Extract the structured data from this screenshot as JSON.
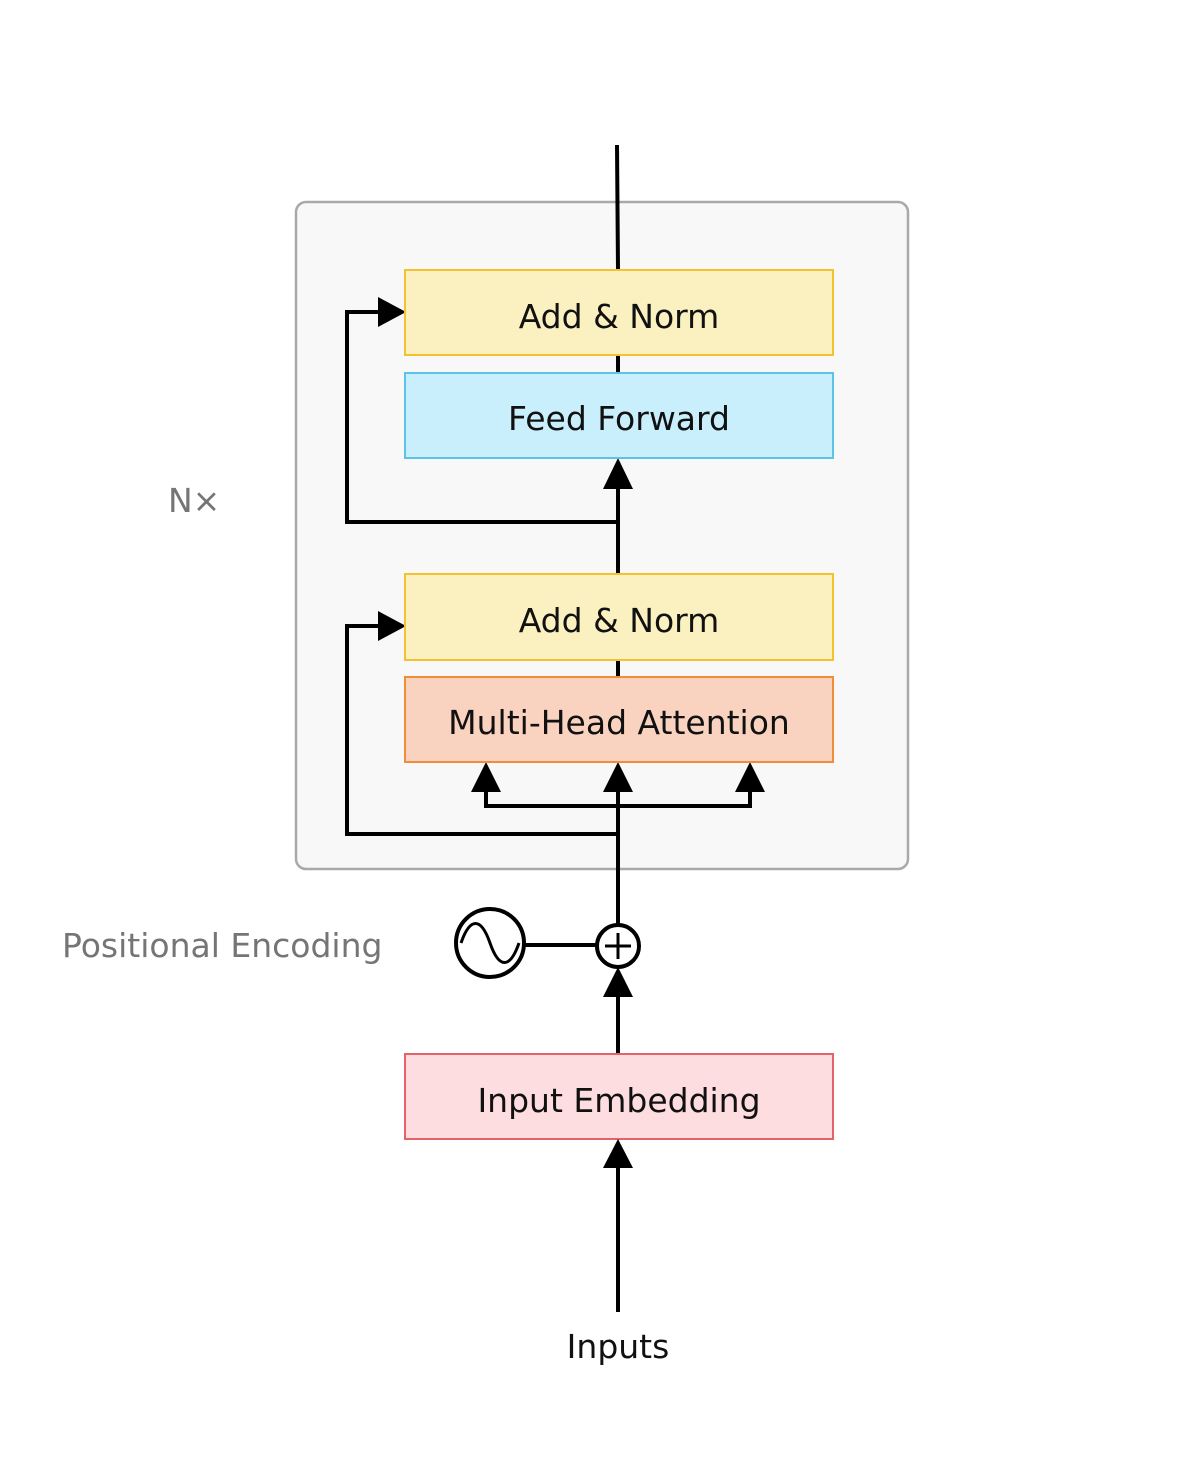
{
  "colors": {
    "add_norm_fill": "#fbf0bf",
    "add_norm_stroke": "#f4c12f",
    "feed_forward_fill": "#c9eefc",
    "feed_forward_stroke": "#5ac3e6",
    "attention_fill": "#fad3c0",
    "attention_stroke": "#ef8d3b",
    "embedding_fill": "#fddde0",
    "embedding_stroke": "#e4636a",
    "container_fill": "#f8f8f8",
    "container_stroke": "#a9a9a9",
    "wire": "#000000"
  },
  "blocks": {
    "add_norm_top": "Add & Norm",
    "feed_forward": "Feed Forward",
    "add_norm_bottom": "Add & Norm",
    "multi_head_attention": "Multi-Head Attention",
    "input_embedding": "Input Embedding"
  },
  "labels": {
    "repeat": "N×",
    "positional_encoding": "Positional Encoding",
    "inputs": "Inputs"
  },
  "icons": {
    "sine_wave": "sine-wave-icon",
    "add": "plus-circle-icon"
  }
}
